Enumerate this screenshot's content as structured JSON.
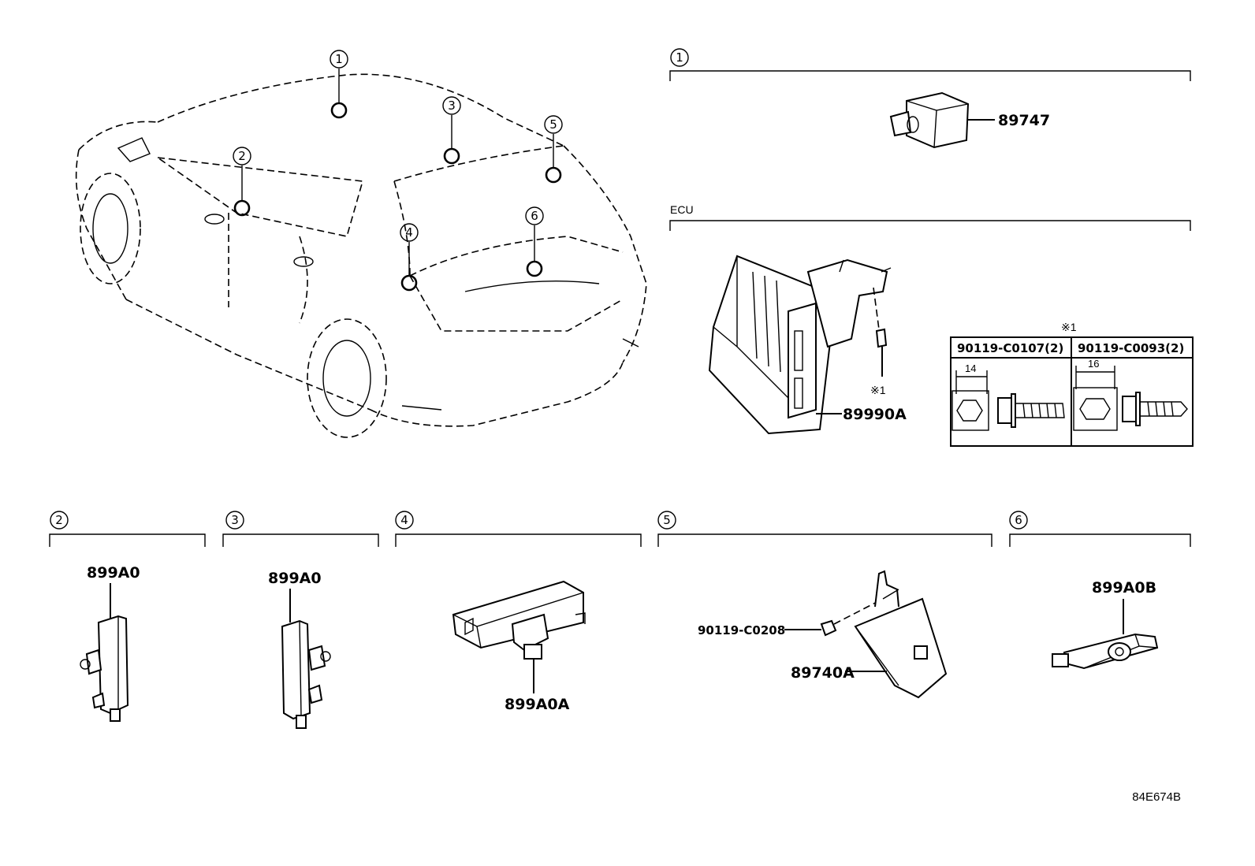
{
  "diagram": {
    "reference_code": "84E674B",
    "car_callouts": [
      "1",
      "2",
      "3",
      "4",
      "5",
      "6"
    ],
    "sections": [
      {
        "id": "1",
        "label": "1",
        "parts": [
          {
            "number": "89747"
          }
        ]
      },
      {
        "id": "ecu",
        "label": "ECU",
        "parts": [
          {
            "number": "89990A"
          }
        ],
        "bolt_note": "※1"
      },
      {
        "id": "2",
        "label": "2",
        "parts": [
          {
            "number": "899A0"
          }
        ]
      },
      {
        "id": "3",
        "label": "3",
        "parts": [
          {
            "number": "899A0"
          }
        ]
      },
      {
        "id": "4",
        "label": "4",
        "parts": [
          {
            "number": "899A0A"
          }
        ]
      },
      {
        "id": "5",
        "label": "5",
        "parts": [
          {
            "number": "90119-C0208"
          },
          {
            "number": "89740A"
          }
        ]
      },
      {
        "id": "6",
        "label": "6",
        "parts": [
          {
            "number": "899A0B"
          }
        ]
      }
    ],
    "bolt_table": {
      "title": "※1",
      "columns": [
        {
          "part_number": "90119-C0107(2)",
          "dimension": "14"
        },
        {
          "part_number": "90119-C0093(2)",
          "dimension": "16"
        }
      ]
    }
  }
}
